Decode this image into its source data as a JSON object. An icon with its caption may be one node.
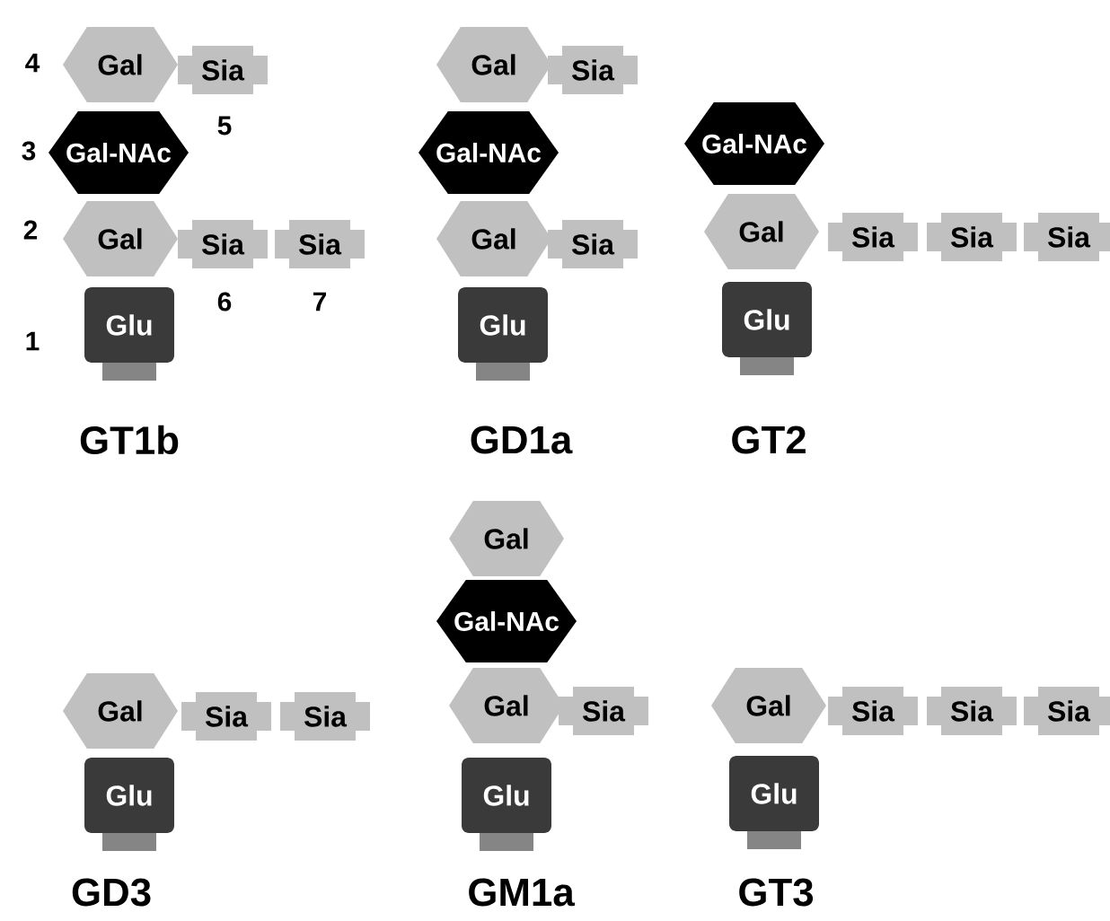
{
  "diagram": {
    "nodes": [
      {
        "text": [
          "Gal"
        ]
      },
      {
        "text": [
          "Sia"
        ]
      },
      {
        "text": [
          "Gal-NAc"
        ]
      },
      {
        "text": [
          "Gal"
        ]
      },
      {
        "text": [
          "Sia"
        ]
      },
      {
        "text": [
          "Sia"
        ]
      },
      {
        "text": [
          "Glu"
        ]
      },
      {
        "text": [
          "Gal"
        ]
      },
      {
        "text": [
          "Sia"
        ]
      },
      {
        "text": [
          "Gal-NAc"
        ]
      },
      {
        "text": [
          "Gal"
        ]
      },
      {
        "text": [
          "Sia"
        ]
      },
      {
        "text": [
          "Glu"
        ]
      },
      {
        "text": [
          "Gal-NAc"
        ]
      },
      {
        "text": [
          "Gal"
        ]
      },
      {
        "text": [
          "Sia"
        ]
      },
      {
        "text": [
          "Sia"
        ]
      },
      {
        "text": [
          "Sia"
        ]
      },
      {
        "text": [
          "Glu"
        ]
      },
      {
        "text": [
          "Gal"
        ]
      },
      {
        "text": [
          "Sia"
        ]
      },
      {
        "text": [
          "Sia"
        ]
      },
      {
        "text": [
          "Glu"
        ]
      },
      {
        "text": [
          "Gal"
        ]
      },
      {
        "text": [
          "Gal-NAc"
        ]
      },
      {
        "text": [
          "Gal"
        ]
      },
      {
        "text": [
          "Sia"
        ]
      },
      {
        "text": [
          "Glu"
        ]
      },
      {
        "text": [
          "Gal"
        ]
      },
      {
        "text": [
          "Sia"
        ]
      },
      {
        "text": [
          "Sia"
        ]
      },
      {
        "text": [
          "Sia"
        ]
      },
      {
        "text": [
          "Glu"
        ]
      }
    ],
    "labels": [
      "4",
      "3",
      "5",
      "2",
      "6",
      "7",
      "1",
      "GT1b",
      "GD1a",
      "GT2",
      "GD3",
      "GM1a",
      "GT3"
    ]
  }
}
